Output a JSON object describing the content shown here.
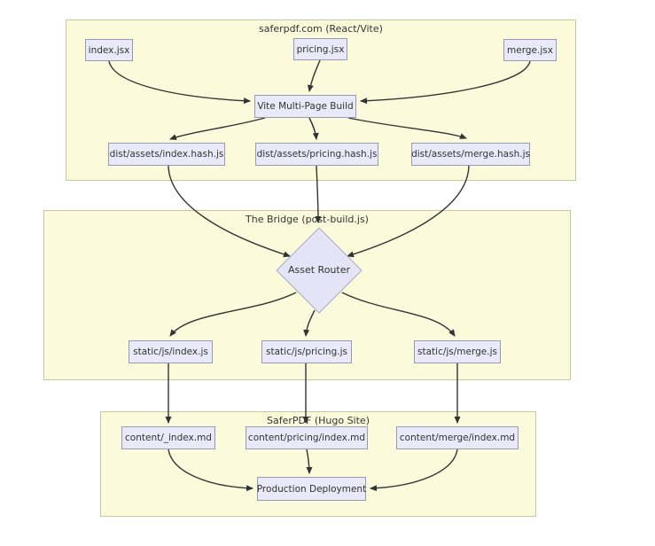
{
  "clusters": [
    {
      "label": "saferpdf.com (React/Vite)"
    },
    {
      "label": "The Bridge (post-build.js)"
    },
    {
      "label": "SaferPDF (Hugo Site)"
    }
  ],
  "nodes": {
    "index_jsx": "index.jsx",
    "pricing_jsx": "pricing.jsx",
    "merge_jsx": "merge.jsx",
    "vite_build": "Vite Multi-Page Build",
    "dist_index": "dist/assets/index.hash.js",
    "dist_pricing": "dist/assets/pricing.hash.js",
    "dist_merge": "dist/assets/merge.hash.js",
    "asset_router": "Asset Router",
    "static_index": "static/js/index.js",
    "static_pricing": "static/js/pricing.js",
    "static_merge": "static/js/merge.js",
    "content_index": "content/_index.md",
    "content_pricing": "content/pricing/index.md",
    "content_merge": "content/merge/index.md",
    "production": "Production Deployment"
  },
  "edges": [
    {
      "from": "index.jsx",
      "to": "Vite Multi-Page Build"
    },
    {
      "from": "pricing.jsx",
      "to": "Vite Multi-Page Build"
    },
    {
      "from": "merge.jsx",
      "to": "Vite Multi-Page Build"
    },
    {
      "from": "Vite Multi-Page Build",
      "to": "dist/assets/index.hash.js"
    },
    {
      "from": "Vite Multi-Page Build",
      "to": "dist/assets/pricing.hash.js"
    },
    {
      "from": "Vite Multi-Page Build",
      "to": "dist/assets/merge.hash.js"
    },
    {
      "from": "dist/assets/index.hash.js",
      "to": "Asset Router"
    },
    {
      "from": "dist/assets/pricing.hash.js",
      "to": "Asset Router"
    },
    {
      "from": "dist/assets/merge.hash.js",
      "to": "Asset Router"
    },
    {
      "from": "Asset Router",
      "to": "static/js/index.js"
    },
    {
      "from": "Asset Router",
      "to": "static/js/pricing.js"
    },
    {
      "from": "Asset Router",
      "to": "static/js/merge.js"
    },
    {
      "from": "static/js/index.js",
      "to": "content/_index.md"
    },
    {
      "from": "static/js/pricing.js",
      "to": "content/pricing/index.md"
    },
    {
      "from": "static/js/merge.js",
      "to": "content/merge/index.md"
    },
    {
      "from": "content/_index.md",
      "to": "Production Deployment"
    },
    {
      "from": "content/pricing/index.md",
      "to": "Production Deployment"
    },
    {
      "from": "content/merge/index.md",
      "to": "Production Deployment"
    }
  ],
  "colors": {
    "background": "#ffffff",
    "cluster_fill": "#fbfbdc",
    "cluster_border": "#c8c89e",
    "node_fill": "#e9e9f9",
    "node_border": "#9898b8",
    "diamond_fill": "#e4e4f6",
    "diamond_border": "#aaaacc",
    "edge": "#333333",
    "text": "#333333"
  }
}
